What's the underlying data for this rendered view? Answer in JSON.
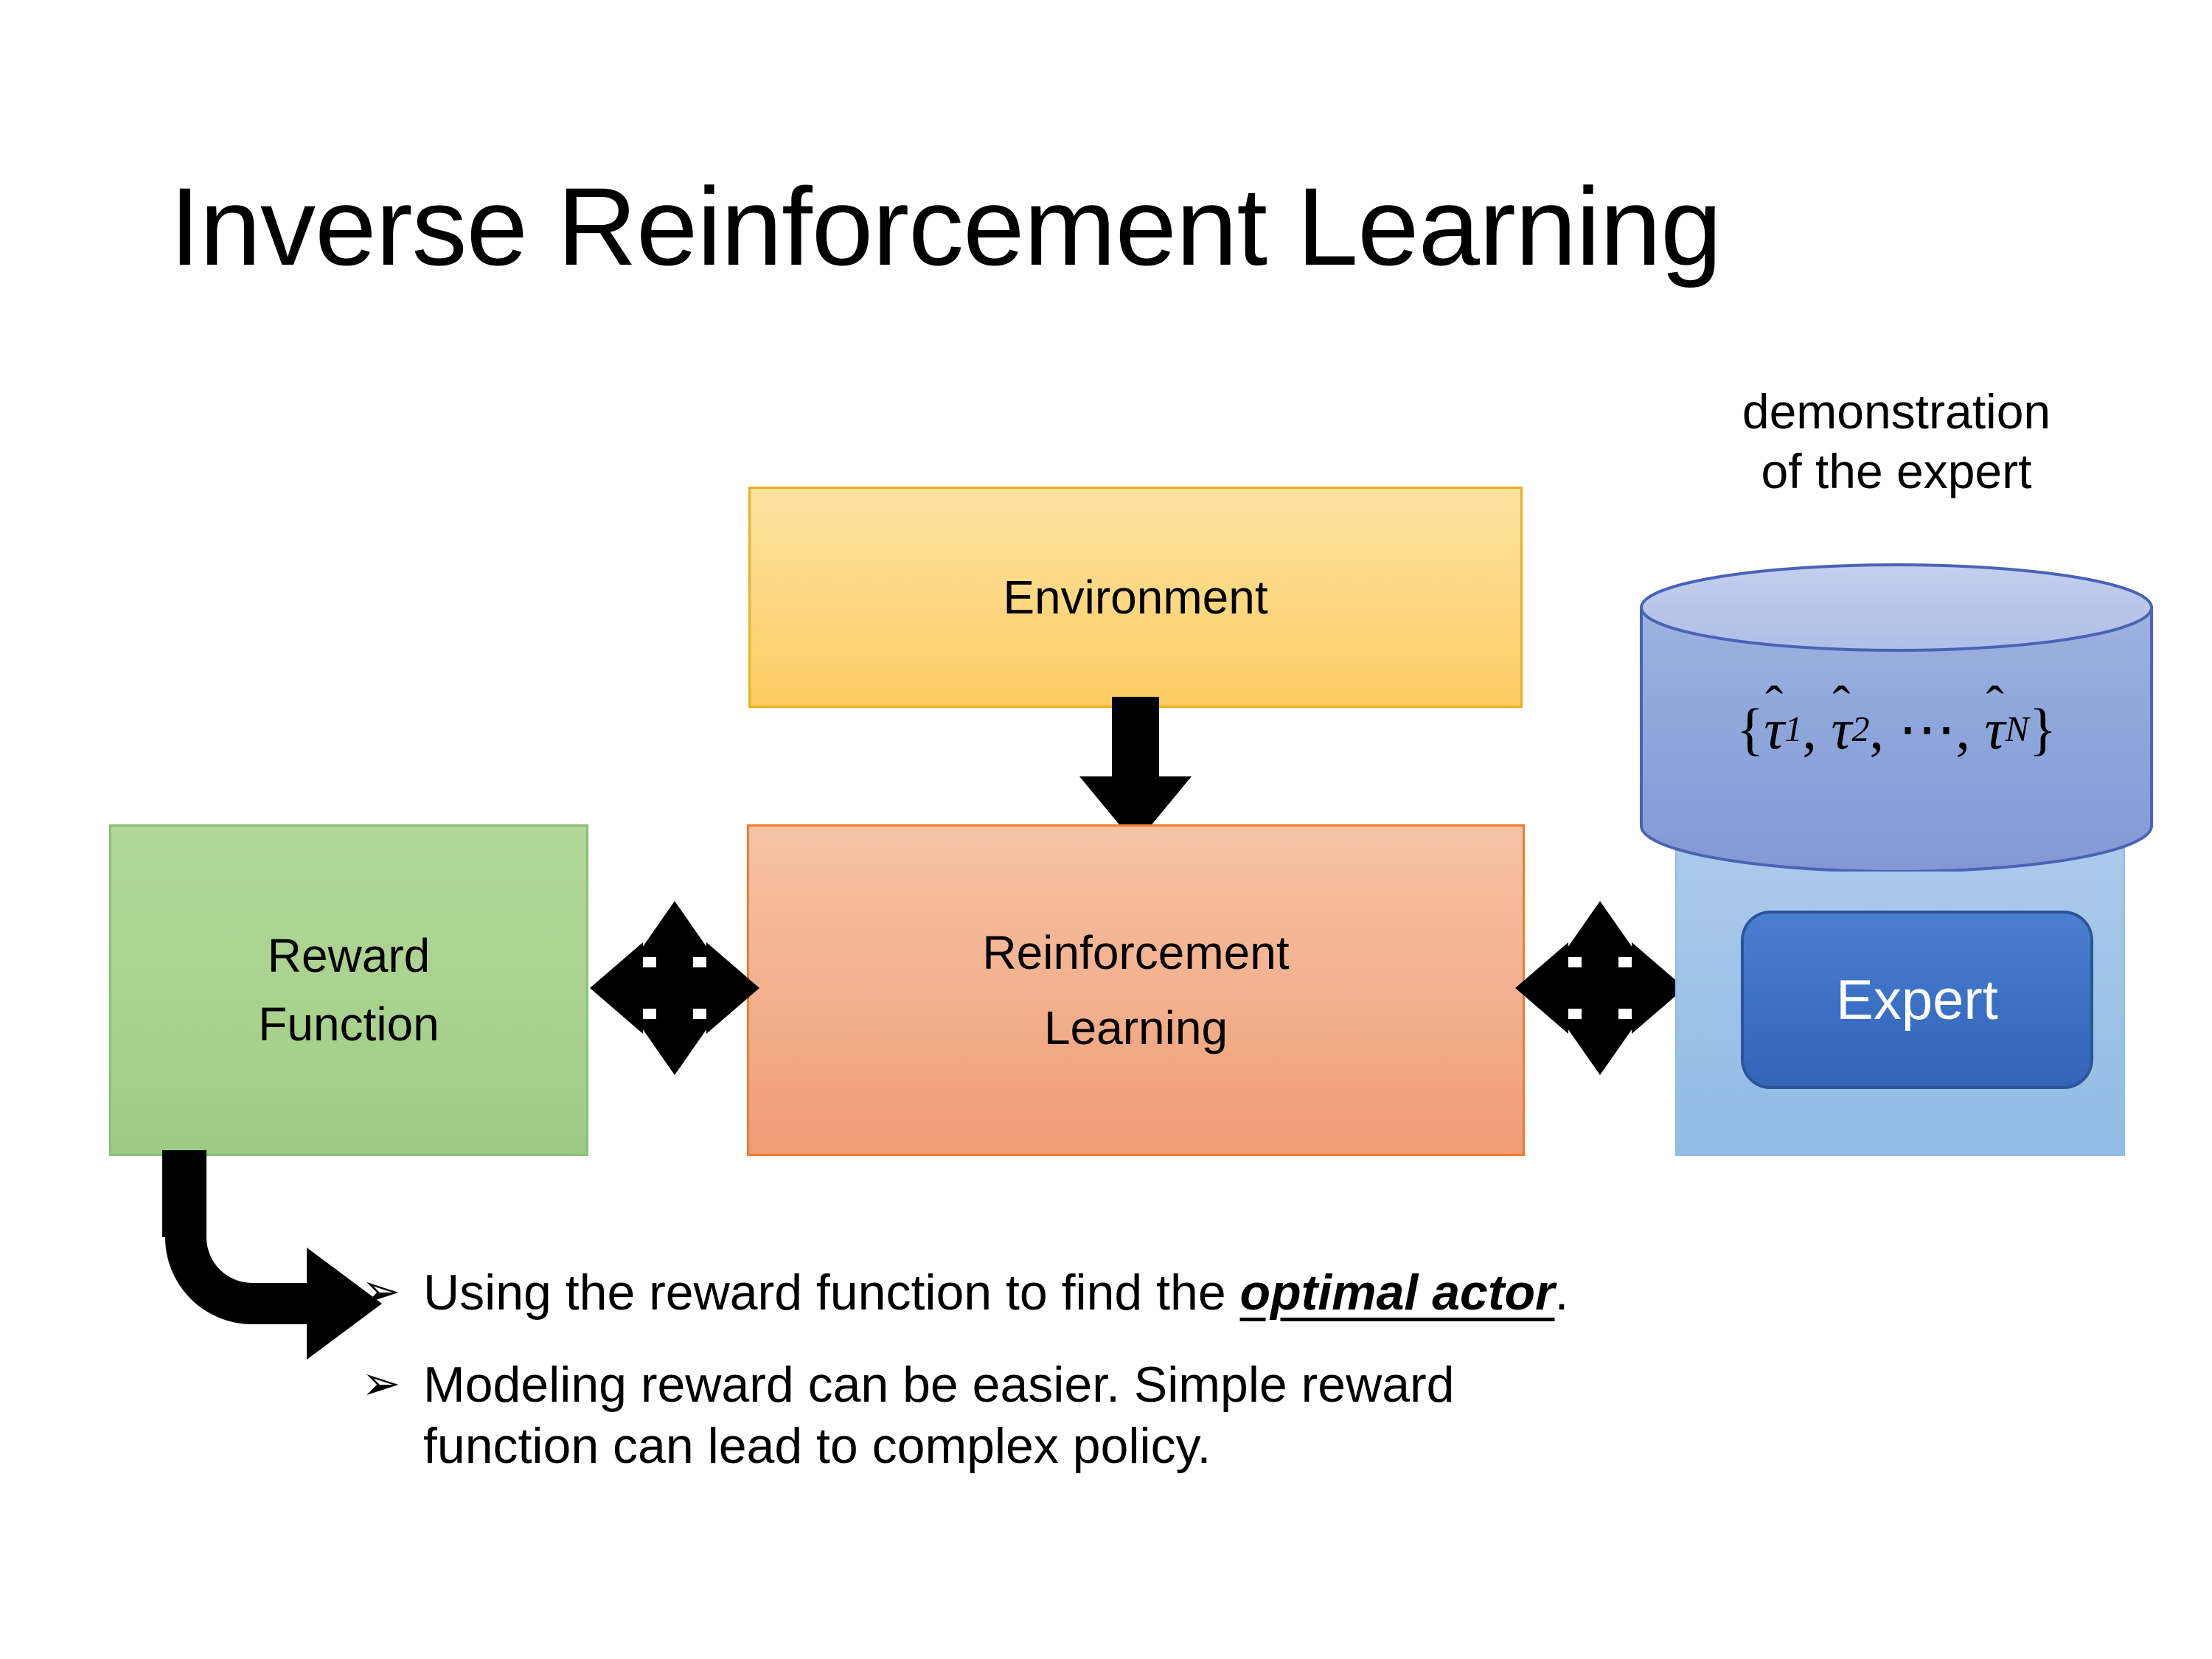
{
  "slide": {
    "title": "Inverse Reinforcement Learning",
    "background_color": "#FFFFFF"
  },
  "diagram": {
    "nodes": [
      {
        "id": "environment",
        "label": "Environment",
        "fill_color": "#FCD77F",
        "border_color": "#E9B218"
      },
      {
        "id": "reinforcement-learning",
        "label_line1": "Reinforcement",
        "label_line2": "Learning",
        "fill_color": "#F3AF8C",
        "border_color": "#ED7D31"
      },
      {
        "id": "reward-function",
        "label_line1": "Reward",
        "label_line2": "Function",
        "fill_color": "#A9D18E",
        "border_color": "#8CBF75"
      },
      {
        "id": "expert",
        "label": "Expert",
        "fill_color": "#3A6FC4",
        "border_color": "#2C5496",
        "text_color": "#FFFFFF"
      }
    ],
    "expert_backdrop": {
      "fill_color": "#9DC3E6"
    },
    "database": {
      "caption_line1": "demonstration",
      "caption_line2": "of the expert",
      "fill_color": "#8FA6DB",
      "top_fill_color": "#B6C4E8",
      "border_color": "#4A63B5",
      "set_open": "{",
      "set_close": "}",
      "tau": "τ",
      "hat": "̂",
      "sub1": "1",
      "sub2": "2",
      "subN": "N",
      "ellipsis": "⋯",
      "comma": ",",
      "formula_plain": "{τ̂1, τ̂2, ⋯, τ̂N}"
    },
    "connectors": [
      {
        "id": "environment-to-rl",
        "type": "down-arrow",
        "color": "#000000"
      },
      {
        "id": "reward-to-rl",
        "type": "four-way-arrow",
        "color": "#000000"
      },
      {
        "id": "rl-to-expert",
        "type": "four-way-arrow",
        "color": "#000000"
      },
      {
        "id": "reward-to-bullets",
        "type": "bent-arrow",
        "color": "#000000"
      }
    ]
  },
  "bullets": [
    {
      "marker": "➢",
      "text_before": "Using the reward function to find the ",
      "emphasis": "optimal actor",
      "text_after": "."
    },
    {
      "marker": "➢",
      "text_line1": "Modeling reward can be easier. Simple reward",
      "text_line2": "function can lead to complex policy."
    }
  ]
}
